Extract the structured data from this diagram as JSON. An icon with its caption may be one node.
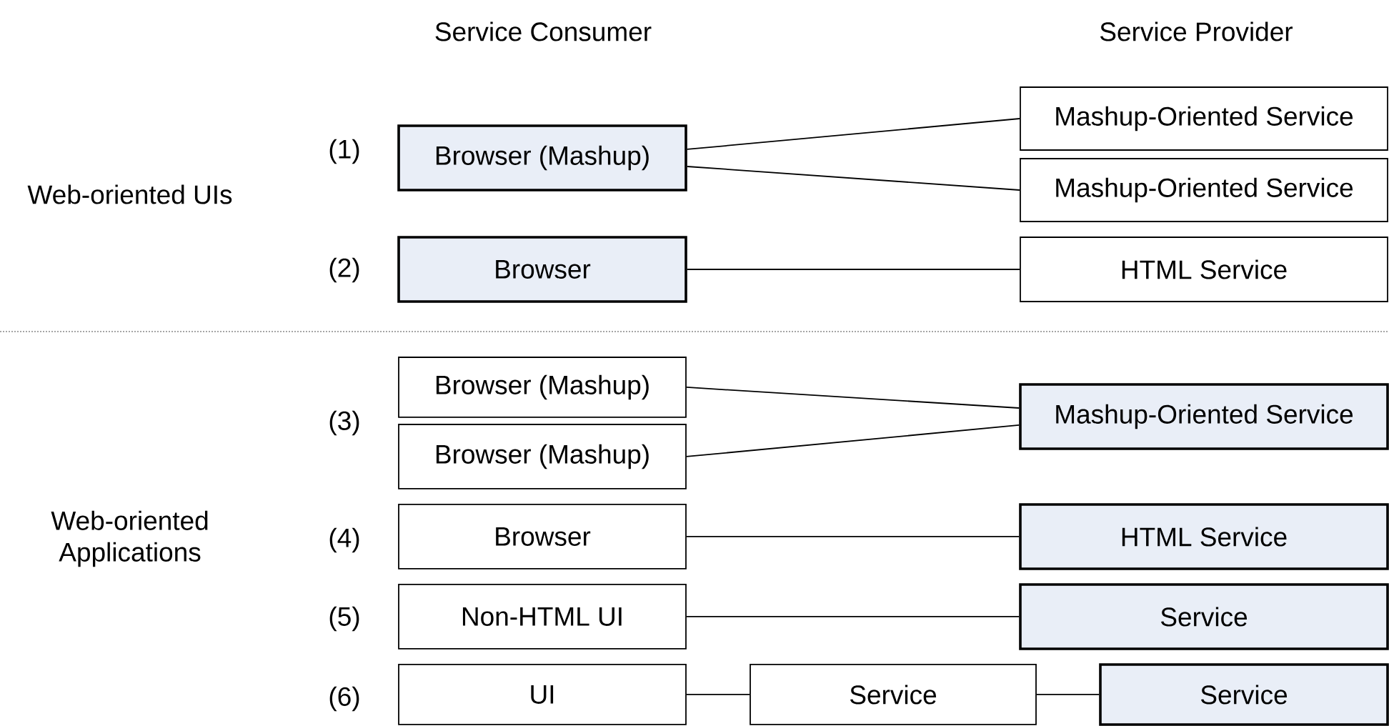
{
  "diagram": {
    "nodes": [
      {
        "text": [
          "Browser (Mashup)"
        ]
      },
      {
        "text": [
          "Mashup-Oriented Service"
        ]
      },
      {
        "text": [
          "Mashup-Oriented Service"
        ]
      },
      {
        "text": [
          "Browser"
        ]
      },
      {
        "text": [
          "HTML Service"
        ]
      },
      {
        "text": [
          "Browser (Mashup)"
        ]
      },
      {
        "text": [
          "Browser (Mashup)"
        ]
      },
      {
        "text": [
          "Mashup-Oriented Service"
        ]
      },
      {
        "text": [
          "Browser"
        ]
      },
      {
        "text": [
          "HTML Service"
        ]
      },
      {
        "text": [
          "Non-HTML UI"
        ]
      },
      {
        "text": [
          "Service"
        ]
      },
      {
        "text": [
          "UI"
        ]
      },
      {
        "text": [
          "Service"
        ]
      },
      {
        "text": [
          "Service"
        ]
      }
    ],
    "edges": [
      {
        "from": 0,
        "to": 1,
        "arrow": "none"
      },
      {
        "from": 0,
        "to": 2,
        "arrow": "none"
      },
      {
        "from": 3,
        "to": 4,
        "arrow": "none"
      },
      {
        "from": 5,
        "to": 7,
        "arrow": "none"
      },
      {
        "from": 6,
        "to": 7,
        "arrow": "none"
      },
      {
        "from": 8,
        "to": 9,
        "arrow": "none"
      },
      {
        "from": 10,
        "to": 11,
        "arrow": "none"
      },
      {
        "from": 12,
        "to": 13,
        "arrow": "none"
      },
      {
        "from": 13,
        "to": 14,
        "arrow": "none"
      }
    ],
    "labels": [
      "Service Consumer",
      "Service Provider",
      "(1)",
      "Web-oriented UIs",
      "(2)",
      "(3)",
      "Web-oriented Applications",
      "(4)",
      "(5)",
      "(6)"
    ]
  }
}
